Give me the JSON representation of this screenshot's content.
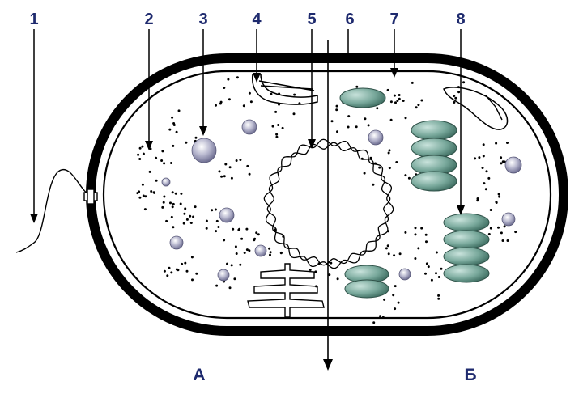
{
  "labels": {
    "l1": "1",
    "l2": "2",
    "l3": "3",
    "l4": "4",
    "l5": "5",
    "l6": "6",
    "l7": "7",
    "l8": "8"
  },
  "parts": {
    "a": "А",
    "b": "Б"
  },
  "colors": {
    "label": "#1e2a6e",
    "wall": "#000000",
    "vesicle": "#9a9ab8",
    "plastid": "#6f9e92"
  }
}
